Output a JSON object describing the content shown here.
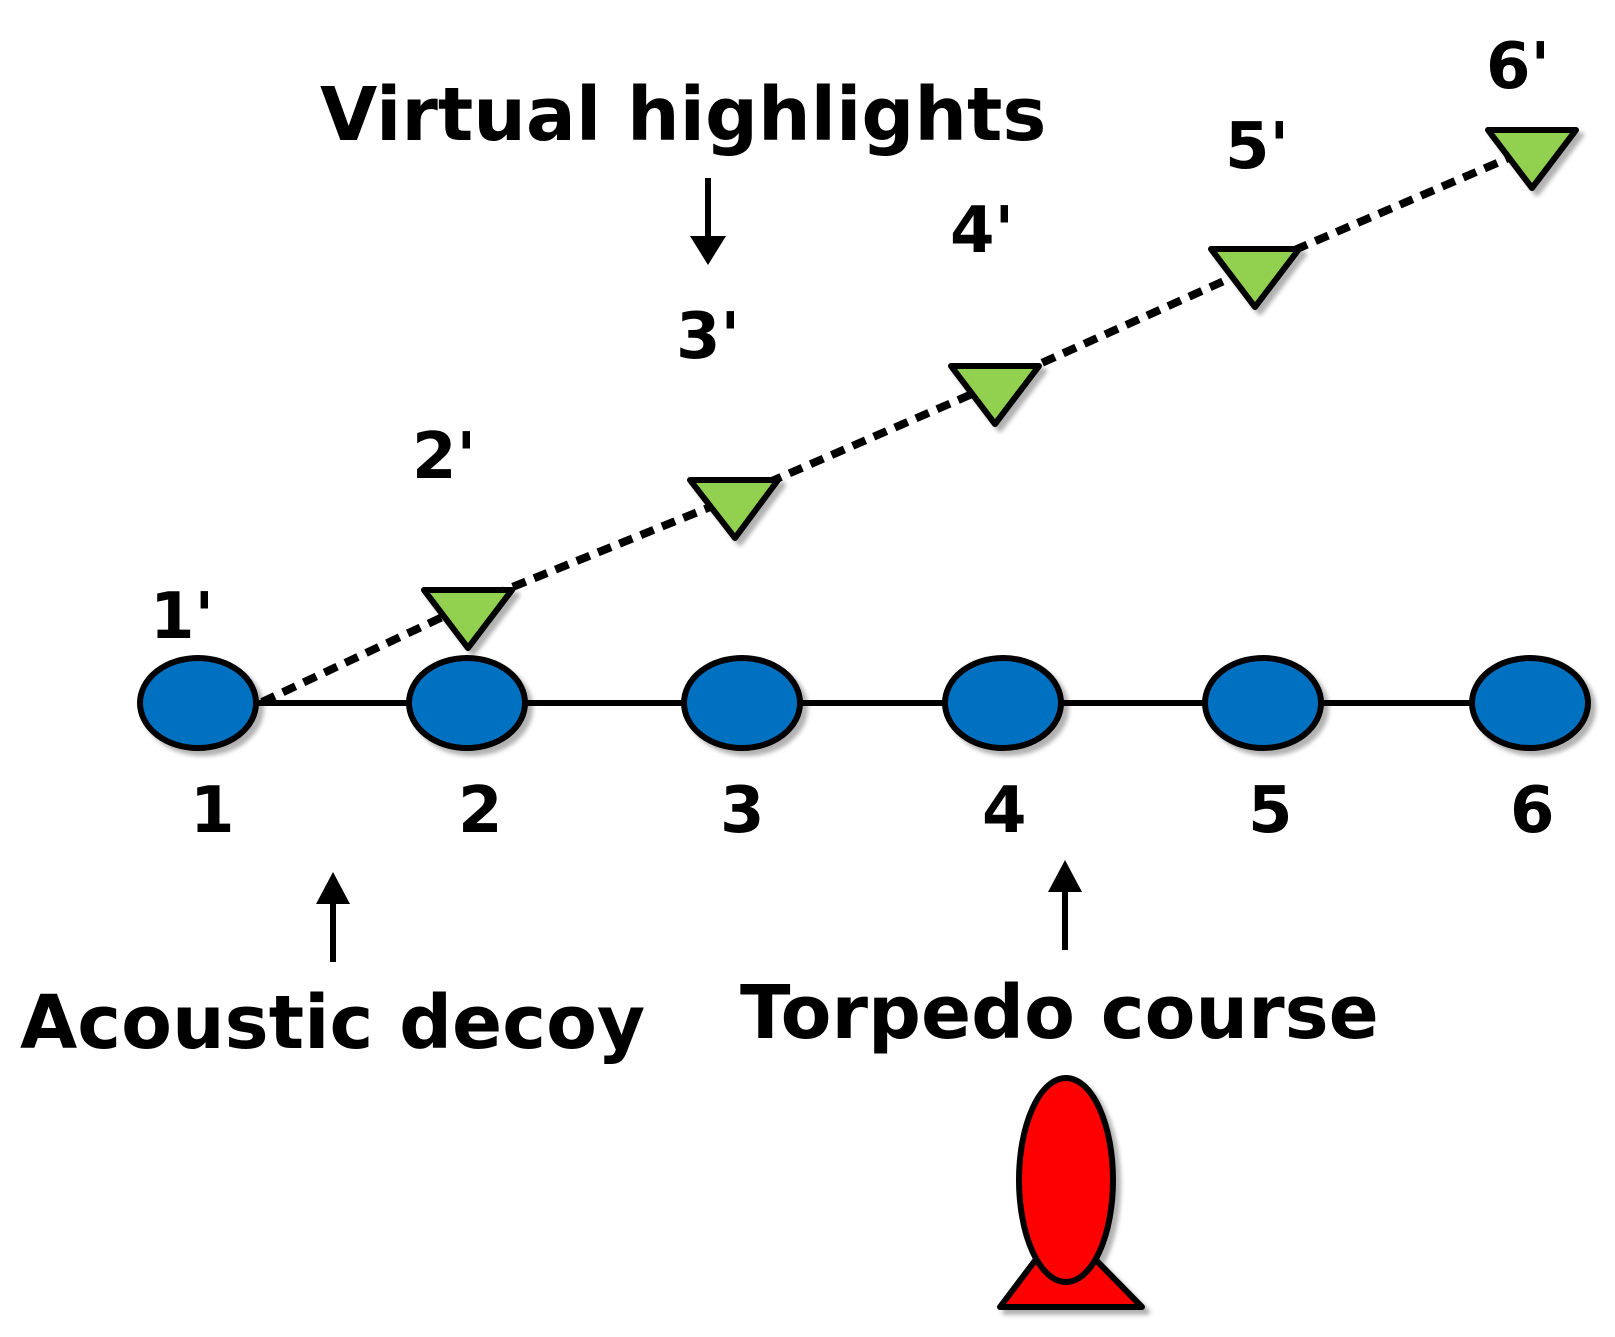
{
  "labels": {
    "virtual_highlights": "Virtual highlights",
    "acoustic_decoy": "Acoustic decoy",
    "torpedo_course": "Torpedo course"
  },
  "nodes": [
    {
      "label": "1"
    },
    {
      "label": "2"
    },
    {
      "label": "3"
    },
    {
      "label": "4"
    },
    {
      "label": "5"
    },
    {
      "label": "6"
    }
  ],
  "virtual_nodes": [
    {
      "label": "1'"
    },
    {
      "label": "2'"
    },
    {
      "label": "3'"
    },
    {
      "label": "4'"
    },
    {
      "label": "5'"
    },
    {
      "label": "6'"
    }
  ],
  "colors": {
    "node_fill": "#0070C0",
    "highlight_fill": "#92D050",
    "torpedo_fill": "#FF0000",
    "stroke": "#000000"
  }
}
